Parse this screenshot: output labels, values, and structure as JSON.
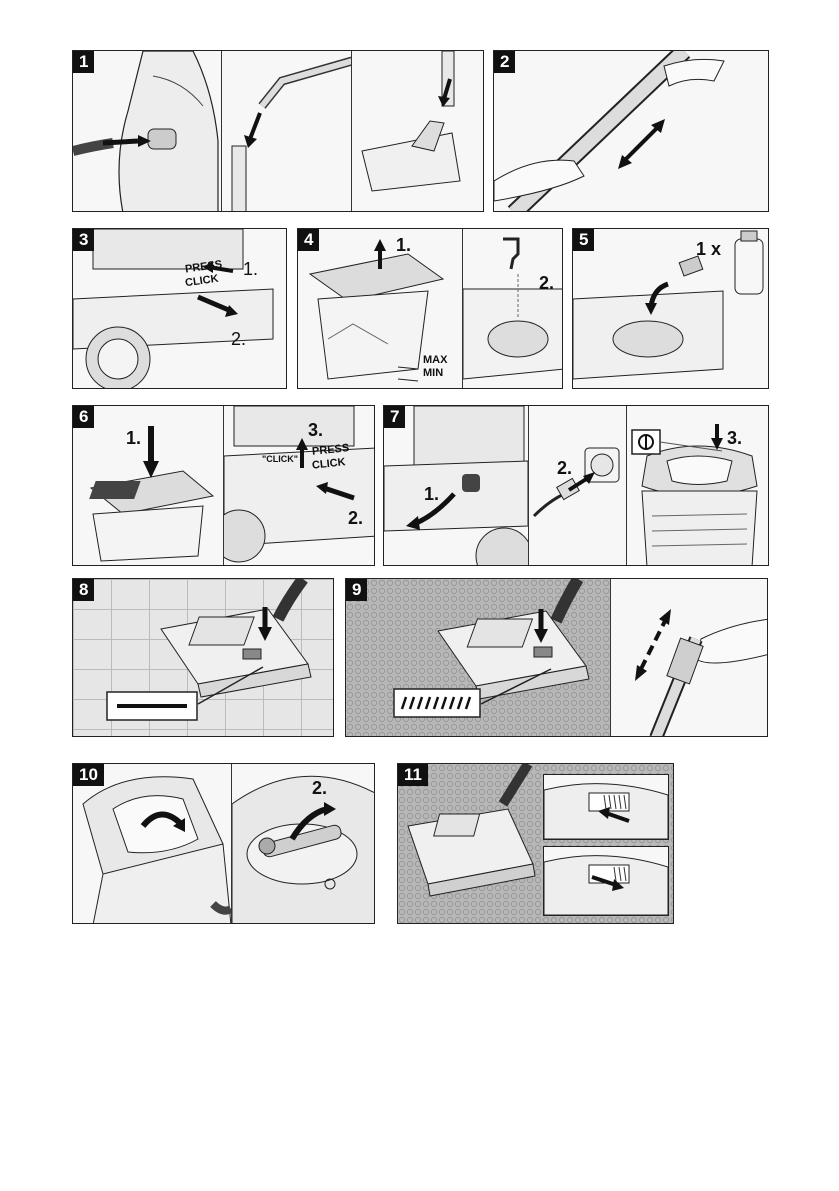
{
  "steps": [
    {
      "number": "1"
    },
    {
      "number": "2"
    },
    {
      "number": "3",
      "labels": [
        "1.",
        "2.",
        "PRESS",
        "CLICK"
      ]
    },
    {
      "number": "4",
      "labels": [
        "1.",
        "2.",
        "MAX",
        "MIN"
      ]
    },
    {
      "number": "5",
      "labels": [
        "1 x"
      ]
    },
    {
      "number": "6",
      "labels": [
        "1.",
        "3.",
        "2.",
        "\"CLICK\"",
        "PRESS",
        "CLICK"
      ]
    },
    {
      "number": "7",
      "labels": [
        "1.",
        "2.",
        "3."
      ]
    },
    {
      "number": "8"
    },
    {
      "number": "9"
    },
    {
      "number": "10",
      "labels": [
        "2."
      ]
    },
    {
      "number": "11"
    }
  ],
  "colors": {
    "line": "#222222",
    "fill_light": "#f2f2f2",
    "fill_mid": "#cfcfcf",
    "carpet": "#a8a8a8"
  }
}
